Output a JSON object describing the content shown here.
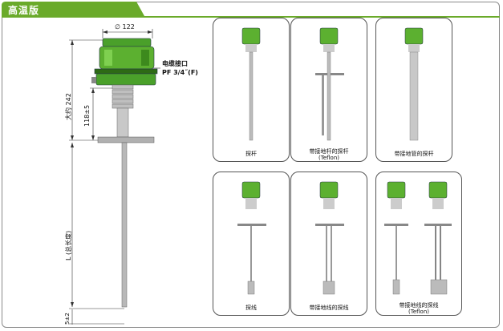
{
  "section": {
    "title": "高温版"
  },
  "colors": {
    "accent_green": "#5cb030",
    "header_green": "#6aaa2a"
  },
  "main_drawing": {
    "diameter_label": "∅ 122",
    "cable_label": "电缆接口",
    "thread_label": "PF 3/4˝(F)",
    "height_label": "大约 242",
    "flange_label": "118±5",
    "length_label": "L (总长度)",
    "tolerance_label": "5±2"
  },
  "variants": [
    {
      "caption": "探杆",
      "sub": ""
    },
    {
      "caption": "带接地杆的探杆",
      "sub": "(Teflon)"
    },
    {
      "caption": "带接地管的探杆",
      "sub": ""
    },
    {
      "caption": "探线",
      "sub": ""
    },
    {
      "caption": "带接地线的探线",
      "sub": ""
    },
    {
      "caption": "带接地线的探线",
      "sub": "(Teflon)"
    }
  ]
}
